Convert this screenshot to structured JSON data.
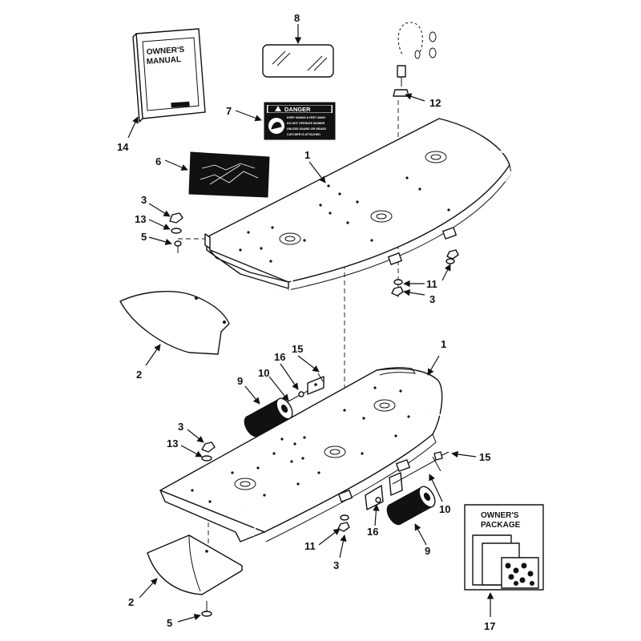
{
  "diagram": {
    "callouts": {
      "c1_top": "1",
      "c1_bottom": "1",
      "c2_top": "2",
      "c2_bottom": "2",
      "c3_a": "3",
      "c3_b": "3",
      "c3_c": "3",
      "c3_d": "3",
      "c5_a": "5",
      "c5_b": "5",
      "c6": "6",
      "c7": "7",
      "c8": "8",
      "c9_a": "9",
      "c9_b": "9",
      "c10_a": "10",
      "c10_b": "10",
      "c11_a": "11",
      "c11_b": "11",
      "c12": "12",
      "c13_a": "13",
      "c13_b": "13",
      "c14": "14",
      "c15_a": "15",
      "c15_b": "15",
      "c16_a": "16",
      "c16_b": "16",
      "c17": "17"
    },
    "owners_manual": {
      "line1": "OWNER'S",
      "line2": "MANUAL"
    },
    "danger_decal": {
      "header": "DANGER",
      "line1": "KEEP HANDS & FEET AWAY",
      "line2": "DO NOT OPERATE MOWER",
      "line3": "UNLESS GUARD OR GRASS",
      "line4": "CATCHER IS ATTACHED"
    },
    "owners_package": {
      "line1": "OWNER'S",
      "line2": "PACKAGE"
    }
  }
}
